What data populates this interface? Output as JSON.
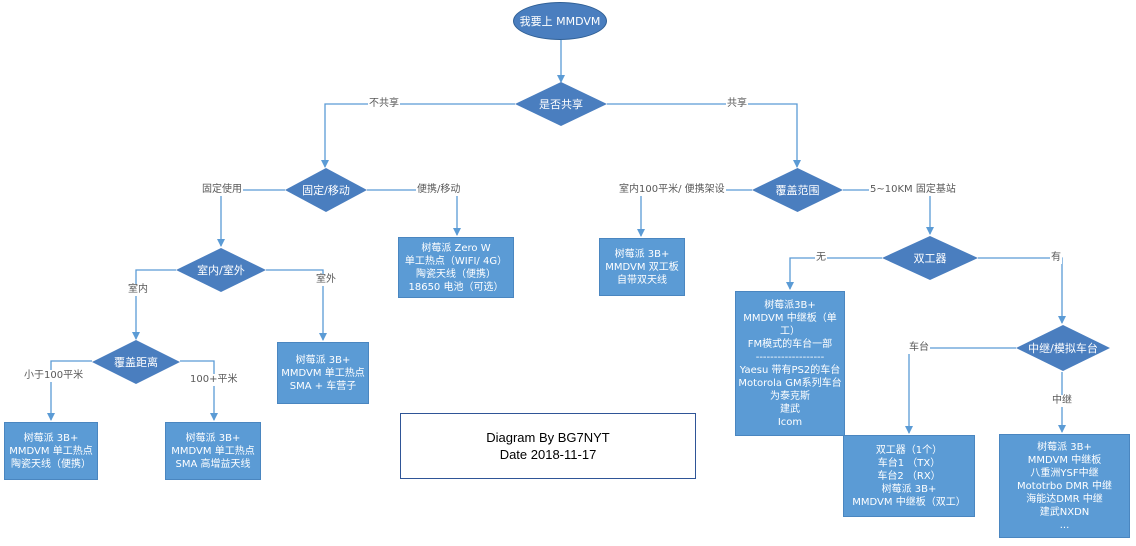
{
  "nodes": {
    "start": "我要上 MMDVM",
    "share": "是否共享",
    "fixed_mobile": "固定/移动",
    "coverage": "覆盖范围",
    "indoor_outdoor": "室内/室外",
    "duplexer": "双工器",
    "cover_dist": "覆盖距离",
    "repeater_analog": "中继/模拟车台",
    "box_portable": "树莓派 Zero W\n单工热点（WIFI/ 4G）\n陶瓷天线（便携）\n18650 电池（可选）",
    "box_shared_small": "树莓派 3B+\nMMDVM 双工板\n自带双天线",
    "box_no_duplexer": "树莓派3B+\nMMDVM 中继板（单工）\nFM模式的车台一部\n-------------------\nYaesu 带有PS2的车台\nMotorola GM系列车台\n为泰克斯\n建武\nIcom",
    "box_outdoor": "树莓派 3B+\nMMDVM 单工热点\nSMA + 车营子",
    "box_small_dist": "树莓派 3B+\nMMDVM 单工热点\n陶瓷天线（便携）",
    "box_100_plus": "树莓派 3B+\nMMDVM 单工热点\nSMA 高增益天线",
    "box_car": "双工器（1个）\n车台1 （TX）\n车台2 （RX）\n树莓派 3B+\nMMDVM 中继板（双工）",
    "box_repeater": "树莓派 3B+\nMMDVM 中继板\n八重洲YSF中继\nMototrbo DMR 中继\n海能达DMR 中继\n建武NXDN\n..."
  },
  "edge_labels": {
    "not_shared": "不共享",
    "shared": "共享",
    "fixed_use": "固定使用",
    "portable_mobile": "便携/移动",
    "indoor_100": "室内100平米/ 便携架设",
    "fixed_station": "5~10KM 固定基站",
    "indoor": "室内",
    "outdoor": "室外",
    "none": "无",
    "has": "有",
    "under_100": "小于100平米",
    "over_100": "100+平米",
    "car": "车台",
    "repeater": "中继"
  },
  "credit": {
    "line1": "Diagram  By  BG7NYT",
    "line2": "Date 2018-11-17"
  },
  "colors": {
    "node_fill": "#4a7ebf",
    "box_fill": "#5b9bd5",
    "connector": "#5b9bd5",
    "credit_border": "#2f5597"
  }
}
